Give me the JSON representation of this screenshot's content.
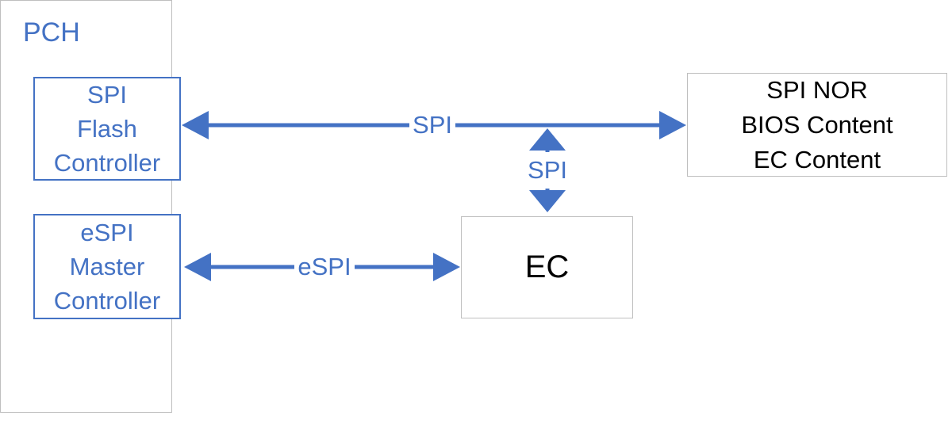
{
  "colors": {
    "accent_blue": "#4472C4",
    "border_gray": "#BFBFBF",
    "text_black": "#000000"
  },
  "boxes": {
    "pch": {
      "label": "PCH"
    },
    "spi_flash_controller": {
      "lines": [
        "SPI",
        "Flash",
        "Controller"
      ]
    },
    "espi_master_controller": {
      "lines": [
        "eSPI",
        "Master",
        "Controller"
      ]
    },
    "spi_nor": {
      "lines": [
        "SPI NOR",
        "BIOS Content",
        "EC Content"
      ]
    },
    "ec": {
      "label": "EC"
    }
  },
  "connections": {
    "spi_flash_to_spi_nor": {
      "label": "SPI",
      "type": "bidirectional-arrow"
    },
    "spi_nor_to_ec": {
      "label": "SPI",
      "type": "bidirectional-arrow"
    },
    "espi_master_to_ec": {
      "label": "eSPI",
      "type": "bidirectional-arrow"
    }
  }
}
